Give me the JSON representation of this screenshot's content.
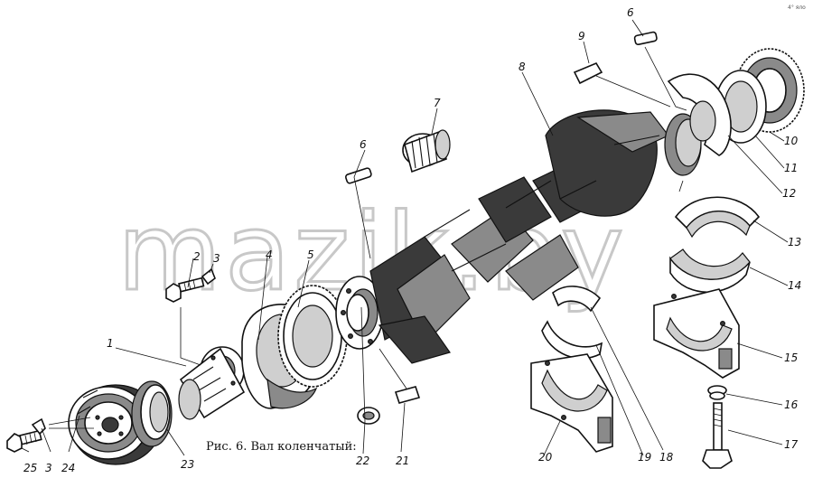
{
  "figure": {
    "caption": "Рис. 6. Вал коленчатый:",
    "watermark": "mazik.by",
    "corner_mark": "4° яло"
  },
  "callouts": [
    {
      "id": "1",
      "label": "1"
    },
    {
      "id": "2",
      "label": "2"
    },
    {
      "id": "3a",
      "label": "3"
    },
    {
      "id": "3b",
      "label": "3"
    },
    {
      "id": "4",
      "label": "4"
    },
    {
      "id": "5",
      "label": "5"
    },
    {
      "id": "6a",
      "label": "6"
    },
    {
      "id": "6b",
      "label": "6"
    },
    {
      "id": "7",
      "label": "7"
    },
    {
      "id": "8",
      "label": "8"
    },
    {
      "id": "9",
      "label": "9"
    },
    {
      "id": "10",
      "label": "10"
    },
    {
      "id": "11",
      "label": "11"
    },
    {
      "id": "12",
      "label": "12"
    },
    {
      "id": "13",
      "label": "13"
    },
    {
      "id": "14",
      "label": "14"
    },
    {
      "id": "15",
      "label": "15"
    },
    {
      "id": "16",
      "label": "16"
    },
    {
      "id": "17",
      "label": "17"
    },
    {
      "id": "18",
      "label": "18"
    },
    {
      "id": "19",
      "label": "19"
    },
    {
      "id": "20",
      "label": "20"
    },
    {
      "id": "21",
      "label": "21"
    },
    {
      "id": "22",
      "label": "22"
    },
    {
      "id": "23",
      "label": "23"
    },
    {
      "id": "24",
      "label": "24"
    },
    {
      "id": "25",
      "label": "25"
    }
  ]
}
